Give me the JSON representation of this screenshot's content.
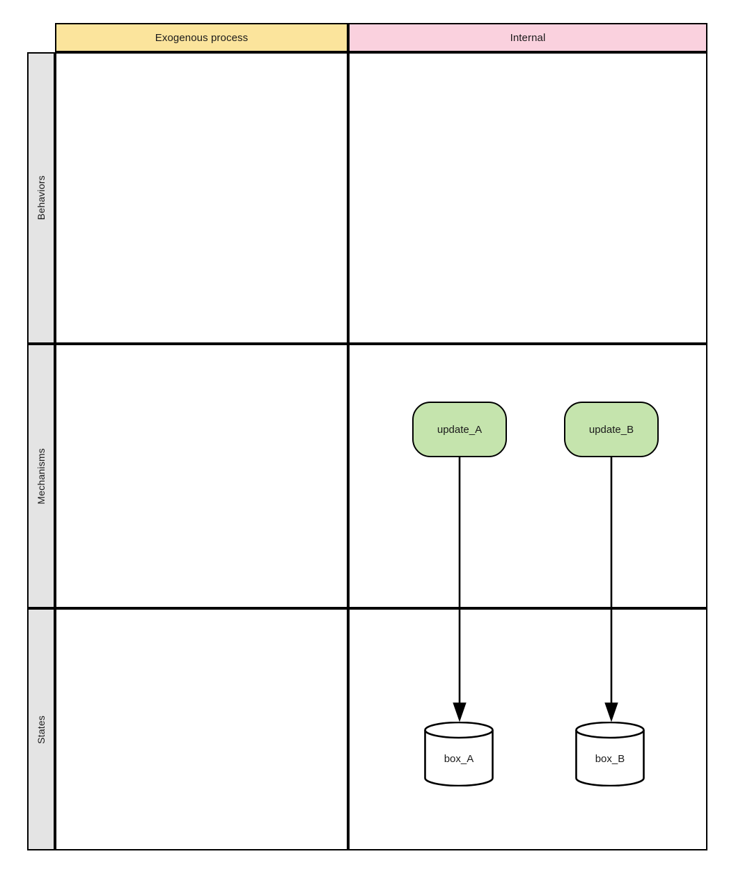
{
  "diagram": {
    "type": "swimlane-flow-diagram",
    "columns": [
      {
        "id": "exogenous",
        "label": "Exogenous process",
        "color": "#FBE49C"
      },
      {
        "id": "internal",
        "label": "Internal",
        "color": "#FAD1DE"
      }
    ],
    "rows": [
      {
        "id": "behaviors",
        "label": "Behaviors",
        "color": "#E4E4E4"
      },
      {
        "id": "mechanisms",
        "label": "Mechanisms",
        "color": "#E4E4E4"
      },
      {
        "id": "states",
        "label": "States",
        "color": "#E4E4E4"
      }
    ],
    "nodes": [
      {
        "id": "update_A",
        "label": "update_A",
        "shape": "rounded-rectangle",
        "fill": "#C5E4AD",
        "stroke": "#000000",
        "row": "mechanisms",
        "column": "internal"
      },
      {
        "id": "update_B",
        "label": "update_B",
        "shape": "rounded-rectangle",
        "fill": "#C5E4AD",
        "stroke": "#000000",
        "row": "mechanisms",
        "column": "internal"
      },
      {
        "id": "box_A",
        "label": "box_A",
        "shape": "cylinder",
        "fill": "#FFFFFF",
        "stroke": "#000000",
        "row": "states",
        "column": "internal"
      },
      {
        "id": "box_B",
        "label": "box_B",
        "shape": "cylinder",
        "fill": "#FFFFFF",
        "stroke": "#000000",
        "row": "states",
        "column": "internal"
      }
    ],
    "edges": [
      {
        "id": "edge-a",
        "from": "update_A",
        "to": "box_A",
        "arrow": "filled-triangle",
        "stroke": "#000000"
      },
      {
        "id": "edge-b",
        "from": "update_B",
        "to": "box_B",
        "arrow": "filled-triangle",
        "stroke": "#000000"
      }
    ],
    "empty_cells": [
      "behaviors-exogenous",
      "behaviors-internal",
      "mechanisms-exogenous",
      "states-exogenous"
    ]
  }
}
